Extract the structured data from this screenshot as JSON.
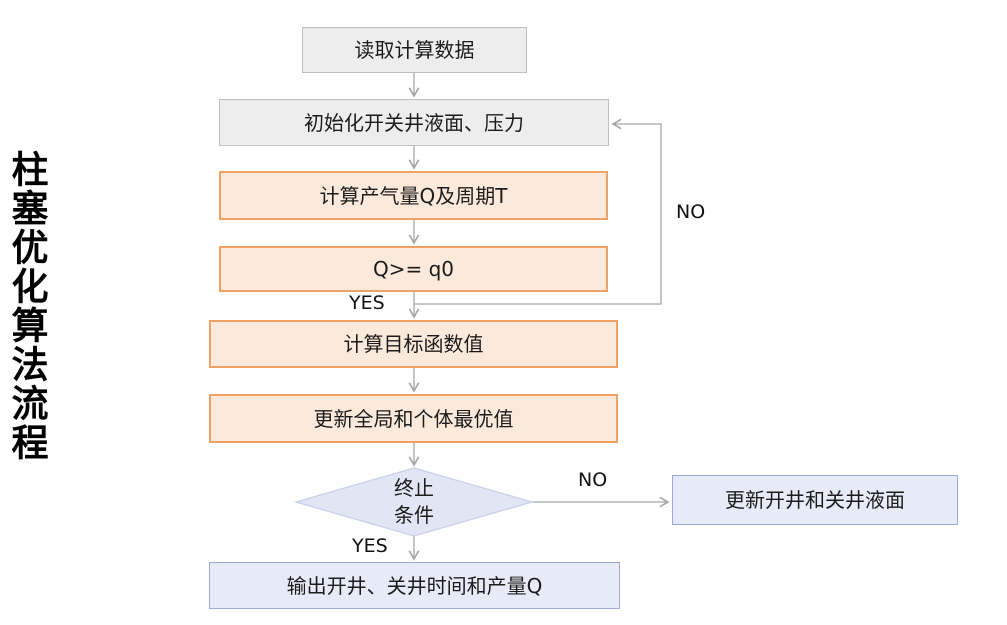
{
  "title": "柱塞优化算法流程",
  "nodes": {
    "read_data": "读取计算数据",
    "init_levels": "初始化开关井液面、压力",
    "calc_q_t": "计算产气量Q及周期T",
    "q_check": "Q>= q0",
    "objective": "计算目标函数值",
    "update_best": "更新全局和个体最优值",
    "termination": {
      "line1": "终止",
      "line2": "条件"
    },
    "update_levels": "更新开井和关井液面",
    "output": "输出开井、关井时间和产量Q"
  },
  "edge_labels": {
    "yes_q": "YES",
    "no_loop": "NO",
    "no_termination": "NO",
    "yes_termination": "YES"
  },
  "colors": {
    "grey_fill": "#EDEDED",
    "grey_border": "#BFBFBF",
    "orange_fill": "#FBE9DB",
    "orange_border": "#F0A264",
    "blue_fill": "#E7EBF7",
    "blue_border": "#9DA9D6",
    "diamond_fill": "#E2E6F4",
    "diamond_border": "#C8CFEA",
    "connector": "#A6A6A6",
    "text": "#1C1C1C"
  }
}
